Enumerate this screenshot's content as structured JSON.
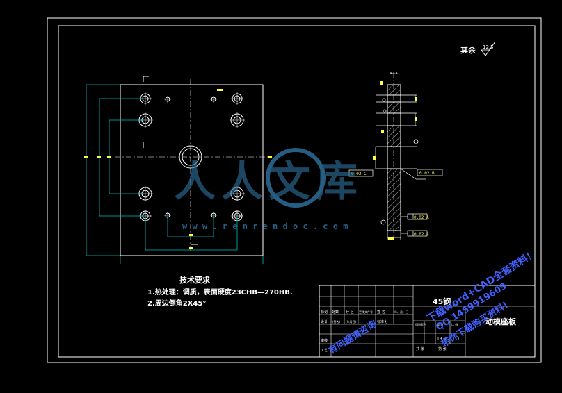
{
  "roughness_note": {
    "label": "其余",
    "value": "12.5"
  },
  "tech_requirements": {
    "title": "技术要求",
    "items": [
      "1.热处理：调质，表面硬度23CHB—270HB.",
      "2.周边倒角2X45°"
    ]
  },
  "title_block": {
    "material": "45钢",
    "part_name": "动模座板",
    "scale": "1:1",
    "weight": "13.8",
    "row_labels": [
      "标记",
      "设计",
      "审核",
      "工艺"
    ],
    "cells": [
      "处数",
      "分 区",
      "更改文件号",
      "签 名",
      "年、月、日",
      "(签名)",
      "(年月日)",
      "标准化",
      "阶段标记",
      "重 量",
      "比 例",
      "共 张",
      "第 张"
    ]
  },
  "callouts": {
    "flatness": "0.02 A",
    "parallel": "0.02 A",
    "datum_b": "0.02 B",
    "datum_c": "0.02 C",
    "section_mark": "A—A"
  },
  "watermark": {
    "brand": "人人文库",
    "url": "w w w . r e n r e n d o c . c o m",
    "promo_lines": [
      "下载word+CAD全套资料！",
      "QQ 1459919609",
      "带你下载购买资料！",
      "有问题请咨询"
    ]
  },
  "colors": {
    "background": "#000000",
    "frame": "#ffffff",
    "outline": "#00c0c0",
    "dimension": "#ffffff",
    "text_yellow": "#ffff40",
    "watermark": "#2d6f9a",
    "promo": "#4060ff"
  }
}
